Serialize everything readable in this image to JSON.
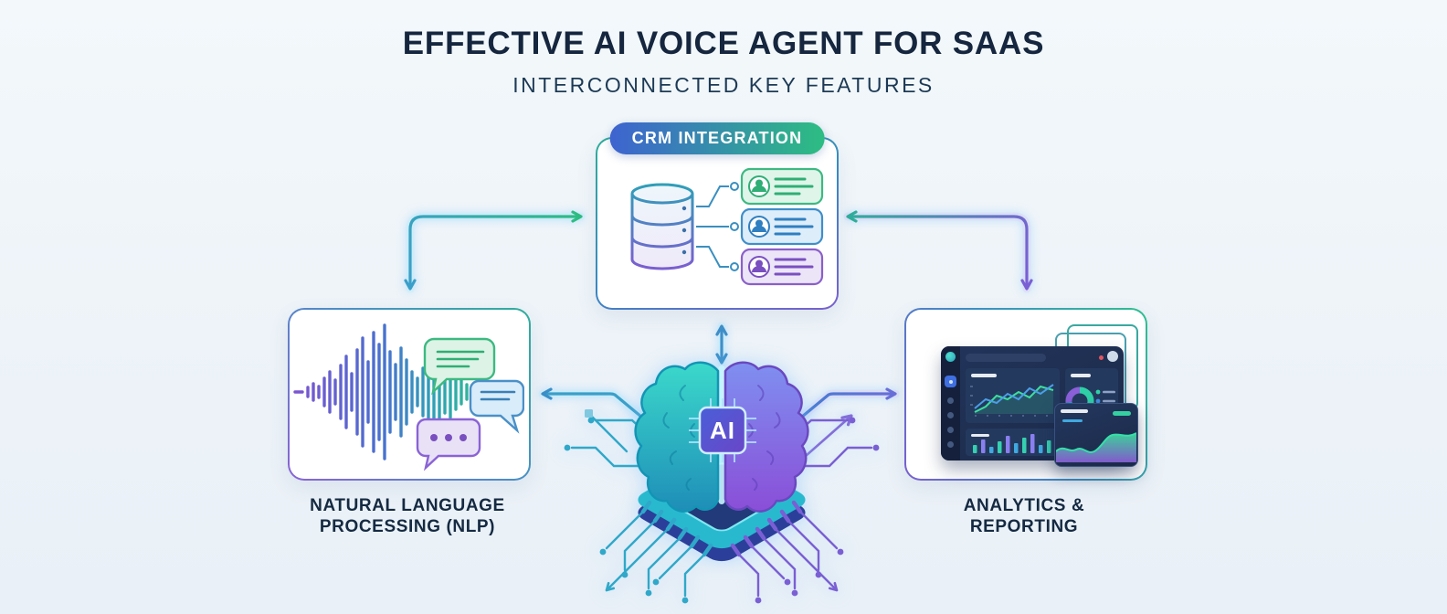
{
  "header": {
    "title": "EFFECTIVE AI VOICE AGENT FOR SAAS",
    "subtitle": "INTERCONNECTED KEY FEATURES"
  },
  "nodes": {
    "crm": {
      "badge": "CRM INTEGRATION",
      "icons": [
        "database-icon",
        "contact-card-green",
        "contact-card-blue",
        "contact-card-purple"
      ]
    },
    "nlp": {
      "label": "NATURAL LANGUAGE PROCESSING (NLP)",
      "label_lines": [
        "NATURAL LANGUAGE",
        "PROCESSING (NLP)"
      ],
      "icons": [
        "audio-waveform-icon",
        "chat-bubble-green-icon",
        "chat-bubble-blue-icon",
        "chat-bubble-purple-dots-icon"
      ]
    },
    "analytics": {
      "label": "ANALYTICS & REPORTING",
      "label_lines": [
        "ANALYTICS &",
        "REPORTING"
      ],
      "icons": [
        "dashboard-mockup-icon",
        "line-chart-icon",
        "donut-chart-icon",
        "bar-chart-icon",
        "area-chart-card-icon"
      ]
    }
  },
  "center": {
    "chip_label": "AI",
    "icon": "ai-brain-chip-icon"
  },
  "connections": [
    {
      "from": "nlp",
      "to": "crm",
      "style": "elbow-double-arrow",
      "colors": [
        "#3a9fc9",
        "#2dbd82"
      ]
    },
    {
      "from": "analytics",
      "to": "crm",
      "style": "elbow-double-arrow",
      "colors": [
        "#7a5fd4",
        "#2fae9b"
      ]
    },
    {
      "from": "ai-core",
      "to": "crm",
      "style": "vertical-double-arrow",
      "color": "#3f8fc9"
    },
    {
      "from": "ai-core",
      "to": "nlp",
      "style": "arrow",
      "color": "#3a9fc9"
    },
    {
      "from": "ai-core",
      "to": "analytics",
      "style": "arrow",
      "color": "#6a6fd8"
    }
  ],
  "colors": {
    "background": "#edf3f8",
    "heading_text": "#15263e",
    "label_text": "#152a42",
    "badge_gradient": [
      "#3e63d0",
      "#2dbd82"
    ],
    "teal": "#2fae9b",
    "green": "#2dbd82",
    "blue": "#3a8fc9",
    "purple": "#7a5fd0",
    "dashboard_bg": "#1b2a4a"
  }
}
